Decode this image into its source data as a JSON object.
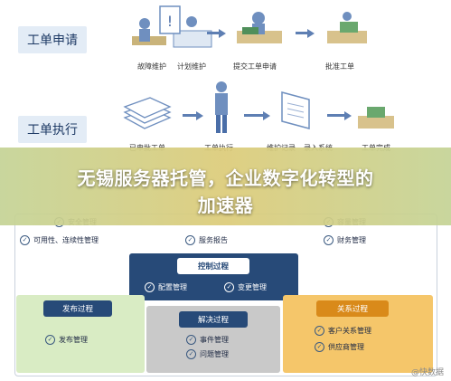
{
  "sections": {
    "order": "工单申请",
    "execute": "工单执行"
  },
  "row1_steps": [
    "故障维护",
    "计划维护",
    "提交工单申请",
    "批准工单"
  ],
  "row2_steps": [
    "已申批工单",
    "工单执行",
    "维护记录",
    "录入系统",
    "工单完成"
  ],
  "banner": {
    "line1": "无锡服务器托管，企业数字化转型的",
    "line2": "加速器"
  },
  "top_items": [
    "安全管理",
    "可用性、连续性管理",
    "服务报告",
    "容量管理",
    "财务管理"
  ],
  "control": {
    "title": "控制过程",
    "items": [
      "配置管理",
      "变更管理"
    ]
  },
  "release": {
    "title": "发布过程",
    "items": [
      "发布管理"
    ]
  },
  "resolve": {
    "title": "解决过程",
    "items": [
      "事件管理",
      "问题管理"
    ]
  },
  "relation": {
    "title": "关系过程",
    "items": [
      "客户关系管理",
      "供应商管理"
    ]
  },
  "watermark": "@快数据",
  "colors": {
    "navy": "#274a78",
    "release_bg": "#d9ecc4",
    "release_header": "#274a78",
    "resolve_bg": "#c9c9c9",
    "relation_bg": "#f5c66a",
    "relation_header": "#d98a1a",
    "accent": "#5e7fb3"
  }
}
